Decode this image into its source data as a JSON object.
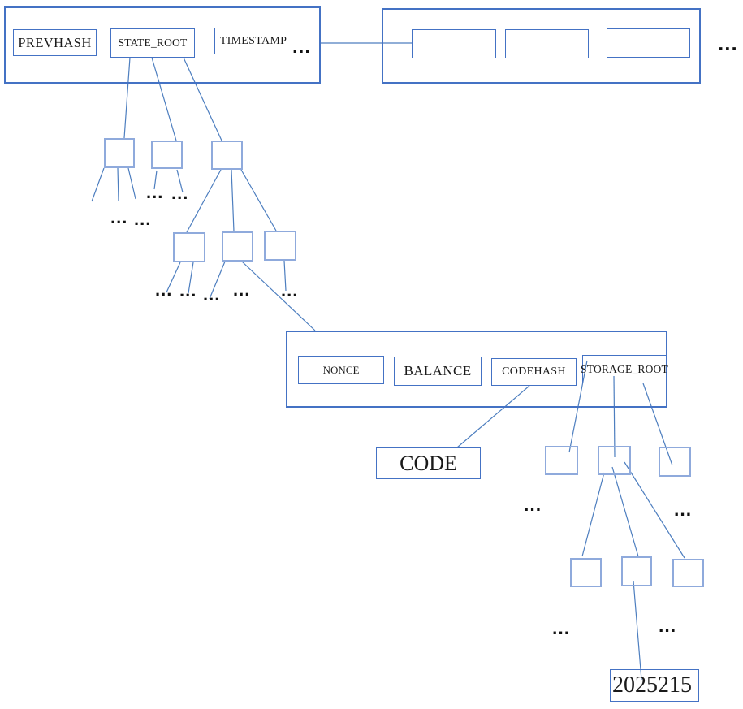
{
  "block1": {
    "prevhash": "PREVHASH",
    "state_root": "STATE_ROOT",
    "timestamp": "TIMESTAMP",
    "more": "..."
  },
  "block2": {
    "more": "..."
  },
  "account": {
    "nonce": "NONCE",
    "balance": "BALANCE",
    "codehash": "CODEHASH",
    "storage_root": "STORAGE_ROOT"
  },
  "code": {
    "label": "CODE"
  },
  "storage_leaf": {
    "value": "2025215"
  },
  "ellipsis": "...",
  "colors": {
    "box_border": "#4472c4",
    "node_border": "#8faadc",
    "line": "#4d7ebf",
    "text": "#1a1a1a",
    "background": "#ffffff"
  }
}
